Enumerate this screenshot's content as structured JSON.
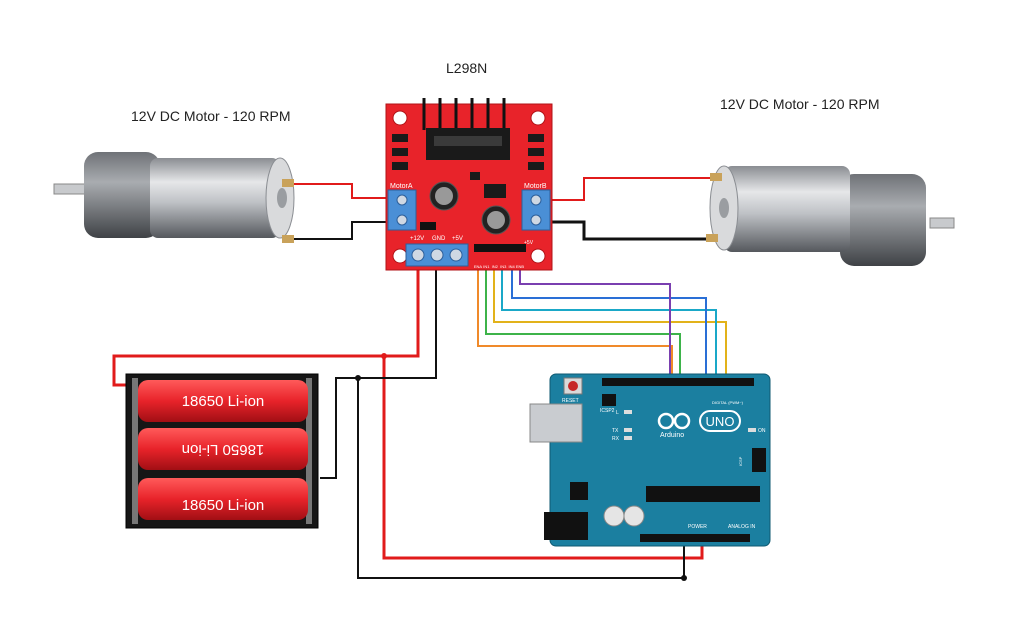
{
  "title": "L298N",
  "motor_left_label": "12V DC Motor - 120 RPM",
  "motor_right_label": "12V DC Motor - 120 RPM",
  "driver": {
    "motor_a": "MotorA",
    "motor_b": "MotorB",
    "pin_12v": "+12V",
    "pin_gnd": "GND",
    "pin_5v": "+5V",
    "header_5v": "+5V",
    "control_pins": [
      "ENA",
      "IN1",
      "IN2",
      "IN3",
      "IN4",
      "ENB"
    ]
  },
  "battery": {
    "cells": [
      "18650  Li-ion",
      "18650  Li-ion",
      "18650  Li-ion"
    ]
  },
  "arduino": {
    "brand": "Arduino",
    "model": "UNO",
    "reset": "RESET",
    "icsp": "ICSP2",
    "digital": "DIGITAL (PWM~)",
    "power": "POWER",
    "analog": "ANALOG IN",
    "tx": "TX",
    "rx": "RX",
    "on": "ON",
    "l": "L",
    "icsp2": "ICSP"
  },
  "colors": {
    "wire_red": "#e11b1b",
    "wire_black": "#111111",
    "wire_purple": "#7a3fb0",
    "wire_blue": "#2a6fd6",
    "wire_teal": "#1aa8c8",
    "wire_yellow": "#e2b21a",
    "wire_green": "#3db34a",
    "wire_orange": "#f08a2a",
    "driver_board": "#e8232a",
    "arduino_board": "#1b7fa0",
    "terminal_blue": "#4a8fd6",
    "battery_cell": "#e8232a"
  }
}
